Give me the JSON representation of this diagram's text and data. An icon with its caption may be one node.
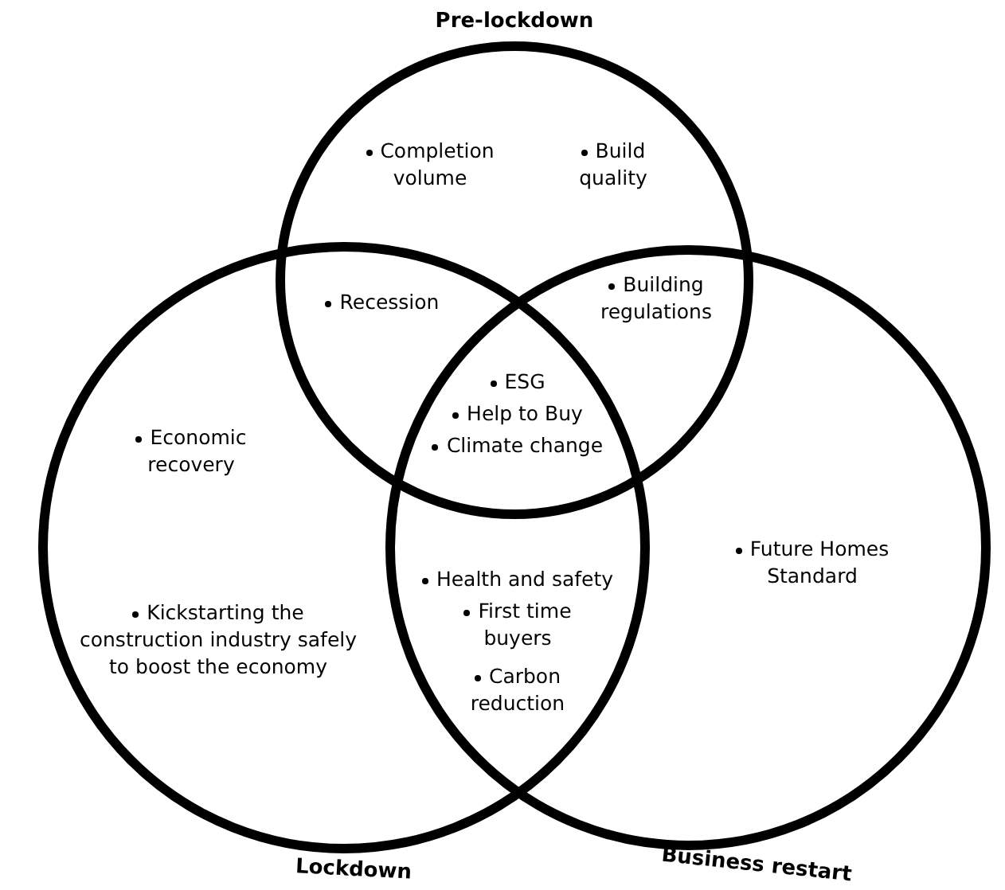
{
  "diagram": {
    "nodes": [
      {
        "text": [
          "Pre-lockdown"
        ]
      },
      {
        "text": [
          "Lockdown"
        ]
      },
      {
        "text": [
          "Business restart"
        ]
      }
    ],
    "labels": [
      "Completion volume",
      "Build quality",
      "Recession",
      "Building regulations",
      "ESG",
      "Help to Buy",
      "Economic recovery",
      "Climate change",
      "Health and safety",
      "First time buyers",
      "Kickstarting the construction industry safely to boost the economy",
      "Future Homes Standard",
      "Carbon reduction"
    ]
  }
}
